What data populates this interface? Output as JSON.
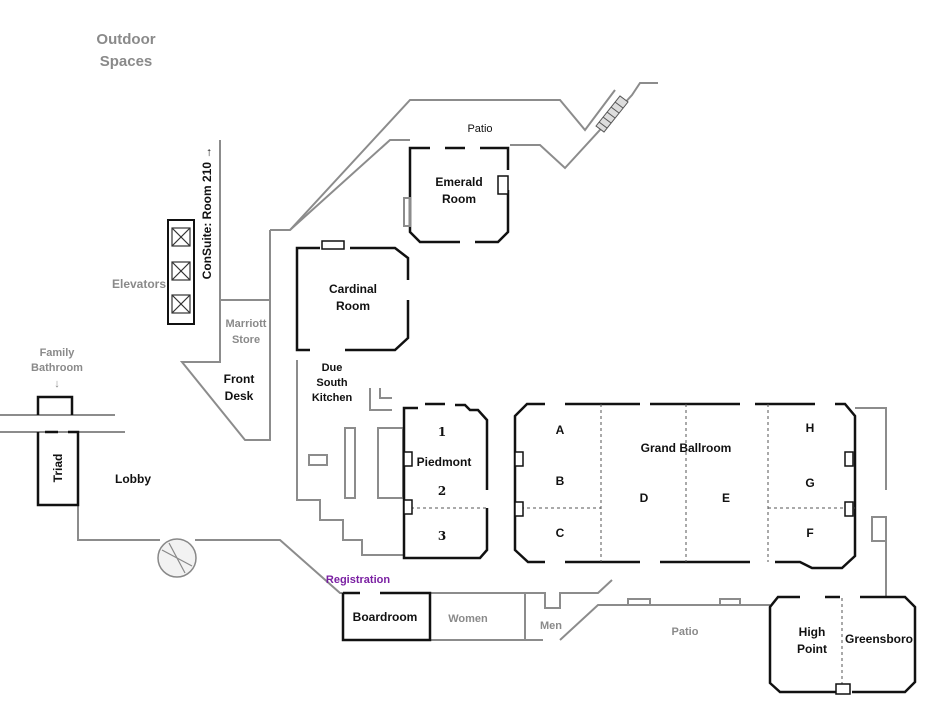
{
  "title": {
    "line1": "Outdoor",
    "line2": "Spaces"
  },
  "labels": {
    "patio_top": "Patio",
    "emerald": {
      "line1": "Emerald",
      "line2": "Room"
    },
    "conSuite": "ConSuite: Room 210 →",
    "elevators": "Elevators",
    "cardinal": {
      "line1": "Cardinal",
      "line2": "Room"
    },
    "marriott": {
      "line1": "Marriott",
      "line2": "Store"
    },
    "familyBath": {
      "line1": "Family",
      "line2": "Bathroom",
      "arrow": "↓"
    },
    "frontDesk": {
      "line1": "Front",
      "line2": "Desk"
    },
    "kitchen": {
      "line1": "Due",
      "line2": "South",
      "line3": "Kitchen"
    },
    "triad": "Triad",
    "lobby": "Lobby",
    "piedmont": {
      "name": "Piedmont",
      "s1": "1",
      "s2": "2",
      "s3": "3"
    },
    "ballroom": {
      "name": "Grand Ballroom",
      "A": "A",
      "B": "B",
      "C": "C",
      "D": "D",
      "E": "E",
      "F": "F",
      "G": "G",
      "H": "H"
    },
    "registration": "Registration",
    "boardroom": "Boardroom",
    "women": "Women",
    "men": "Men",
    "patio_bottom": "Patio",
    "highPoint": {
      "line1": "High",
      "line2": "Point"
    },
    "greensboro": "Greensboro"
  },
  "colors": {
    "registration": "#7a1fa2",
    "grey_label": "#8a8a8a",
    "wall": "#111111",
    "outline": "#8c8c8c"
  }
}
